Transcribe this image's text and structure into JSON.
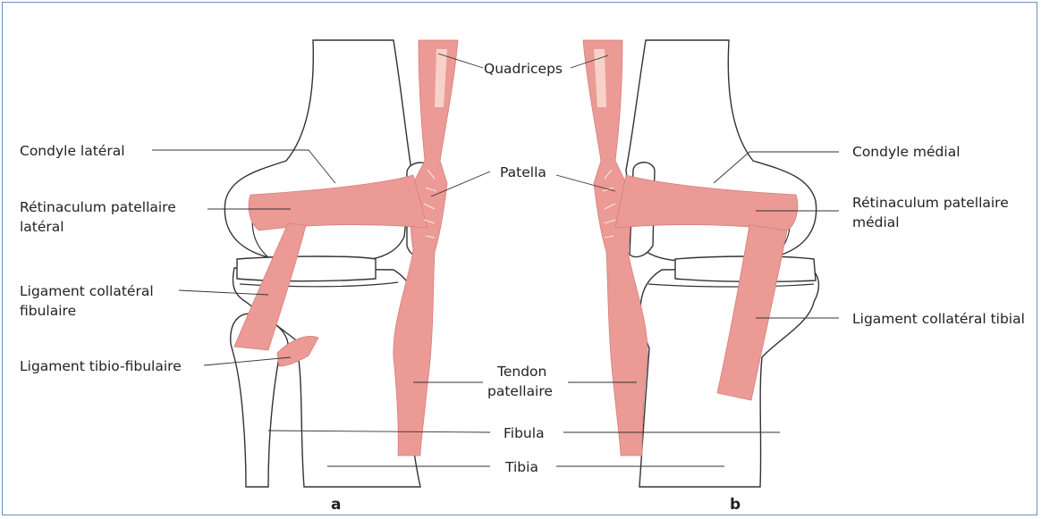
{
  "colors": {
    "ligament": "#ec9a96",
    "ligament_highlight": "#f7d2c8",
    "bone_outline": "#333333",
    "frame": "#6b8fbf"
  },
  "labels": {
    "quadriceps": "Quadriceps",
    "patella": "Patella",
    "tendon_line1": "Tendon",
    "tendon_line2": "patellaire",
    "fibula": "Fibula",
    "tibia": "Tibia",
    "left": {
      "condyle": "Condyle latéral",
      "retinaculum_line1": "Rétinaculum patellaire",
      "retinaculum_line2": "latéral",
      "collateral_line1": "Ligament collatéral",
      "collateral_line2": "fibulaire",
      "tibiofibular": "Ligament tibio-fibulaire"
    },
    "right": {
      "condyle": "Condyle médial",
      "retinaculum_line1": "Rétinaculum patellaire",
      "retinaculum_line2": "médial",
      "collateral": "Ligament collatéral tibial"
    }
  },
  "panels": {
    "a": "a",
    "b": "b"
  }
}
